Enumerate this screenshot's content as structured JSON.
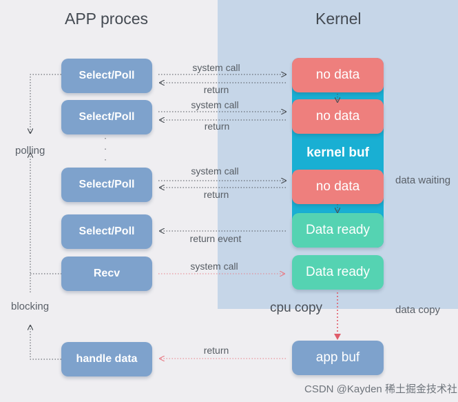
{
  "titles": {
    "app": "APP proces",
    "kernel": "Kernel"
  },
  "app_boxes": [
    "Select/Poll",
    "Select/Poll",
    "Select/Poll",
    "Select/Poll",
    "Recv",
    "handle data"
  ],
  "kernel_boxes": [
    "no data",
    "no data",
    "no data",
    "Data ready",
    "Data ready",
    "app buf"
  ],
  "kernel_buf": "kernel buf",
  "arrow_labels": {
    "syscall_1": "system call",
    "return_1": "return",
    "syscall_2": "system call",
    "return_2": "return",
    "syscall_3": "system call",
    "return_3": "return",
    "return_event": "return event",
    "syscall_4": "system call",
    "return_final": "return",
    "cpu_copy": "cpu copy"
  },
  "side_labels": {
    "polling": "polling",
    "blocking": "blocking",
    "data_waiting": "data waiting",
    "data_copy": "data copy"
  },
  "watermark": "CSDN @Kayden  稀土掘金技术社区",
  "colors": {
    "app_box": "#7ea2cc",
    "no_data": "#ee7f7d",
    "data_ready": "#55d3b2",
    "kernel_column": "#19afd3",
    "kernel_panel": "#c6d6e8",
    "syscall_arrow_highlight": "#e87c86"
  }
}
